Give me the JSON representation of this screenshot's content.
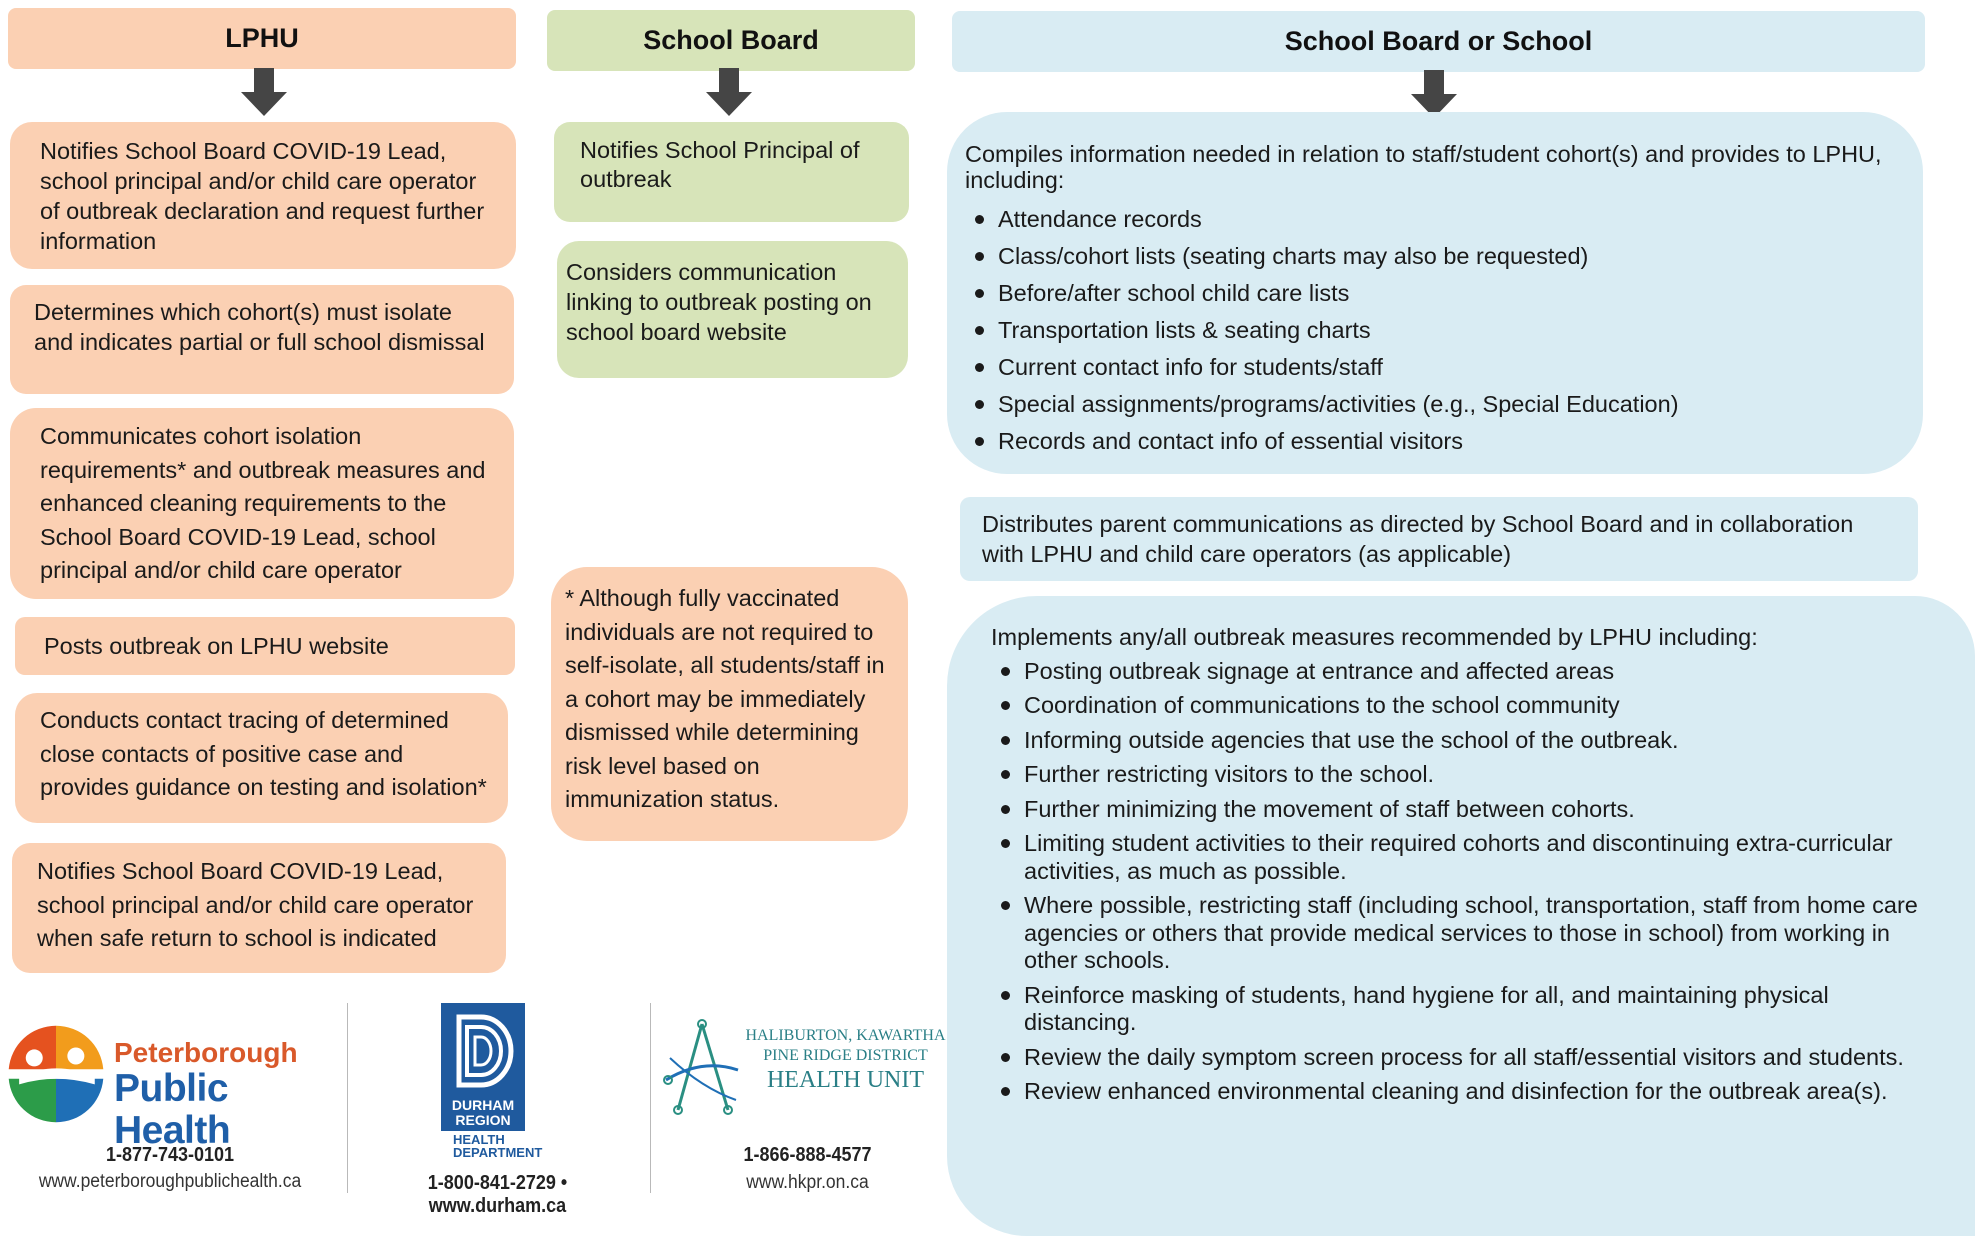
{
  "columns": {
    "lphu": {
      "header": "LPHU"
    },
    "school_board": {
      "header": "School Board"
    },
    "school": {
      "header": "School Board or School"
    }
  },
  "lphu_boxes": [
    {
      "text": "Notifies School Board COVID-19 Lead, school principal and/or child care operator of outbreak declaration and request further information"
    },
    {
      "text": "Determines which cohort(s) must isolate and indicates partial or full school dismissal"
    },
    {
      "text": "Communicates cohort isolation requirements* and outbreak measures and enhanced cleaning requirements to the School Board COVID-19 Lead, school principal and/or child care operator"
    },
    {
      "text": "Posts outbreak on LPHU website"
    },
    {
      "text": "Conducts contact tracing of determined close contacts of positive case and provides guidance on testing and isolation*"
    },
    {
      "text": "Notifies School Board COVID-19 Lead, school principal and/or child care operator when safe return to school is indicated"
    }
  ],
  "board_boxes": [
    {
      "text": "Notifies School Principal of outbreak"
    },
    {
      "text": "Considers communication linking to outbreak posting on school board website"
    }
  ],
  "footnote": "* Although fully vaccinated individuals are not required to self-isolate, all students/staff in a cohort may be immediately dismissed while determining risk level based on immunization status.",
  "school_box1": {
    "intro": "Compiles information needed in relation to staff/student cohort(s) and provides to LPHU, including:",
    "items": [
      "Attendance records",
      "Class/cohort lists (seating charts may also be requested)",
      "Before/after school child care lists",
      "Transportation lists & seating charts",
      "Current contact info for students/staff",
      "Special assignments/programs/activities (e.g., Special Education)",
      "Records and contact info of essential visitors"
    ]
  },
  "school_box2": {
    "text": "Distributes parent communications as directed by School Board and in collaboration with LPHU and child care operators (as applicable)"
  },
  "school_box3": {
    "intro": "Implements any/all outbreak measures recommended by LPHU including:",
    "items": [
      "Posting outbreak signage at entrance and affected areas",
      "Coordination of communications to the school community",
      "Informing outside agencies that use the school of the outbreak.",
      "Further restricting visitors to the school.",
      "Further minimizing the movement of staff between cohorts.",
      "Limiting student activities to their required cohorts and discontinuing extra-curricular activities, as much as possible.",
      "Where possible, restricting staff (including school, transportation, staff from home care agencies or others that provide medical services to those in school) from working in other schools.",
      "Reinforce masking of students, hand hygiene for all, and maintaining physical distancing.",
      "Review the daily symptom screen process for all staff/essential visitors and students.",
      "Review enhanced environmental cleaning and disinfection for the outbreak area(s)."
    ]
  },
  "logos": {
    "peterborough": {
      "name_line1": "Peterborough",
      "name_line2": "Public Health",
      "phone": "1-877-743-0101",
      "url": "www.peterboroughpublichealth.ca"
    },
    "durham": {
      "word1": "DURHAM",
      "word2": "REGION",
      "dept1": "HEALTH",
      "dept2": "DEPARTMENT",
      "contact": "1-800-841-2729 • www.durham.ca"
    },
    "hkpr": {
      "line1": "HALIBURTON, KAWARTHA",
      "line2": "PINE RIDGE DISTRICT",
      "line3": "HEALTH UNIT",
      "phone": "1-866-888-4577",
      "url": "www.hkpr.on.ca"
    }
  },
  "colors": {
    "lphu": "#fbd0b3",
    "school_board": "#d7e4b9",
    "school": "#d9ecf3",
    "arrow": "#454545"
  }
}
